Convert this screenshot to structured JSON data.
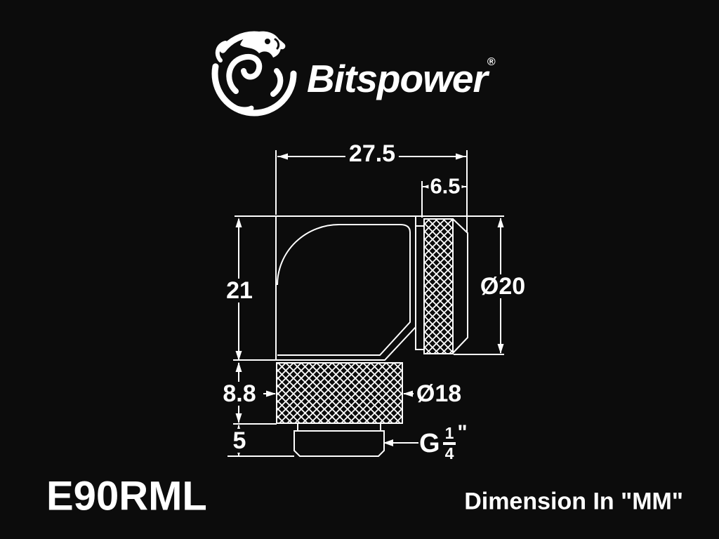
{
  "brand": {
    "name": "Bitspower",
    "registered_mark": "®"
  },
  "drawing": {
    "labels": {
      "total_width": "27.5",
      "collar_width": "6.5",
      "body_height": "21",
      "collar_diameter": "Ø20",
      "knurl_height": "8.8",
      "knurl_diameter": "Ø18",
      "thread_length": "5"
    },
    "thread_label": {
      "prefix": "G",
      "numerator": "1",
      "denominator": "4",
      "suffix": "\""
    }
  },
  "footer": {
    "model": "E90RML",
    "dimension_note": "Dimension In \"MM\""
  },
  "colors": {
    "background": "#0c0c0c",
    "line": "#ffffff"
  }
}
